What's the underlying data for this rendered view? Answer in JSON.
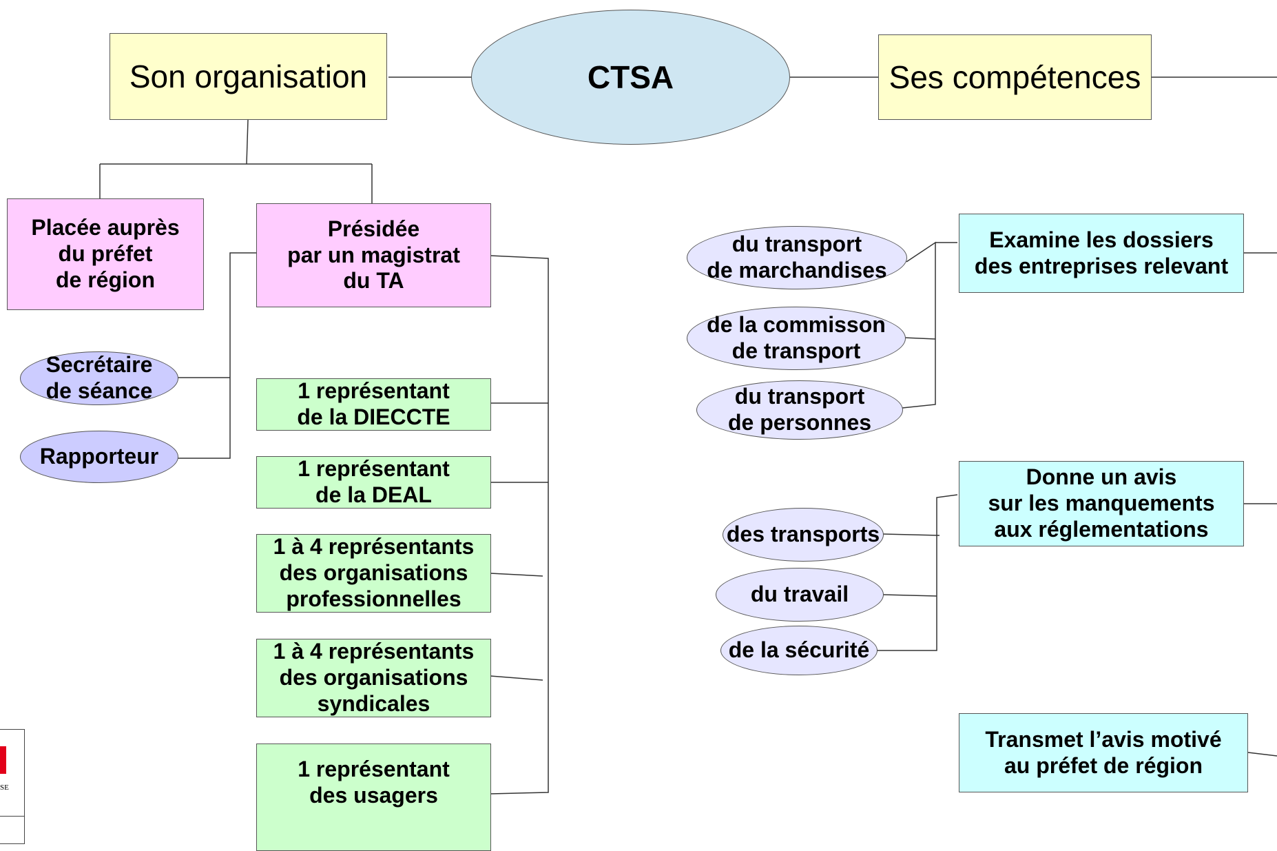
{
  "center": {
    "label": "CTSA"
  },
  "organisation": {
    "title": "Son organisation",
    "placee": "Placée auprès\ndu préfet\nde région",
    "presidee": "Présidée\npar un magistrat\ndu TA",
    "secretaire": "Secrétaire\nde séance",
    "rapporteur": "Rapporteur",
    "members": [
      "1 représentant\nde la DIECCTE",
      "1 représentant\nde la DEAL",
      "1 à 4 représentants\ndes organisations\nprofessionnelles",
      "1 à 4 représentants\ndes organisations\nsyndicales",
      "1 représentant\ndes usagers"
    ]
  },
  "competences": {
    "title": "Ses compétences",
    "examine": "Examine les dossiers\ndes entreprises relevant",
    "examine_items": [
      "du transport\nde marchandises",
      "de la commisson\nde transport",
      "du transport\nde personnes"
    ],
    "avis": "Donne un avis\nsur les manquements\naux réglementations",
    "avis_items": [
      "des transports",
      "du travail",
      "de la sécurité"
    ],
    "transmet": "Transmet  l’avis motivé\nau préfet de région"
  },
  "logo": {
    "mark": "SE"
  },
  "colors": {
    "yellow": "#ffffcc",
    "pink": "#ffccff",
    "green": "#ccffcc",
    "cyan": "#ccffff",
    "center_ellipse": "#cfe6f2",
    "lavender": "#ccccff",
    "lilac": "#e6e6ff",
    "logo_red": "#e2001a"
  }
}
